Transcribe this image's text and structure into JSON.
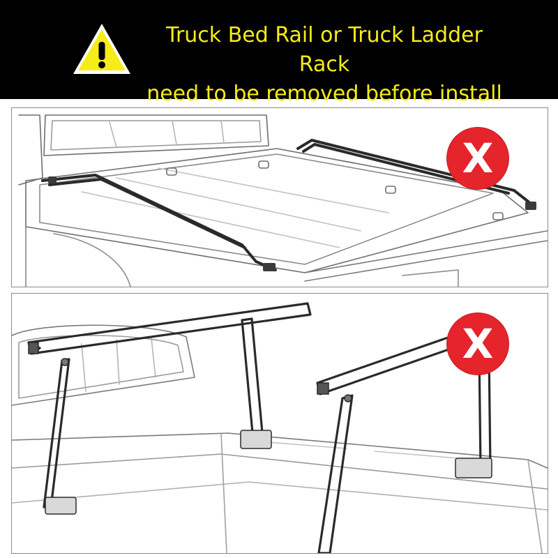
{
  "banner": {
    "line1": "Truck Bed Rail or Truck Ladder Rack",
    "line2": "need to be removed before install",
    "text_color": "#f6ec1a",
    "background_color": "#000000",
    "icon": "warning-triangle-icon"
  },
  "panels": [
    {
      "subject": "truck-bed-rail",
      "badge_symbol": "X",
      "badge_color": "#e6242b"
    },
    {
      "subject": "truck-ladder-rack",
      "badge_symbol": "X",
      "badge_color": "#e6242b"
    }
  ]
}
